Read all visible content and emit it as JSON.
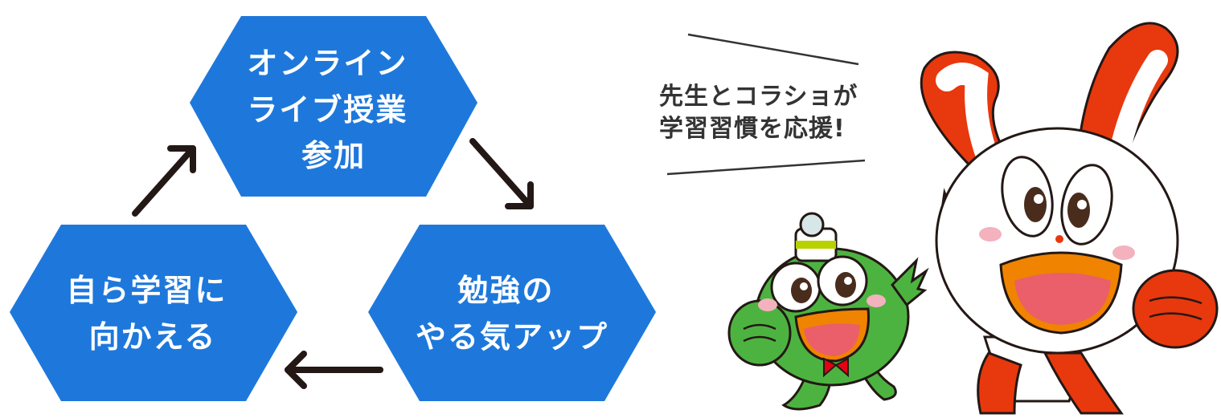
{
  "cycle": {
    "top_lines": [
      "オンライン",
      "ライブ授業",
      "参加"
    ],
    "right_lines": [
      "勉強の",
      "やる気アップ"
    ],
    "left_lines": [
      "自ら学習に",
      "向かえる"
    ]
  },
  "speech": {
    "line1": "先生とコラショが",
    "line2": "学習習慣を応援!"
  },
  "colors": {
    "hex_fill": "#1e78dc",
    "arrow": "#231815",
    "red_character": "#e8380d",
    "green_character": "#4db340"
  }
}
